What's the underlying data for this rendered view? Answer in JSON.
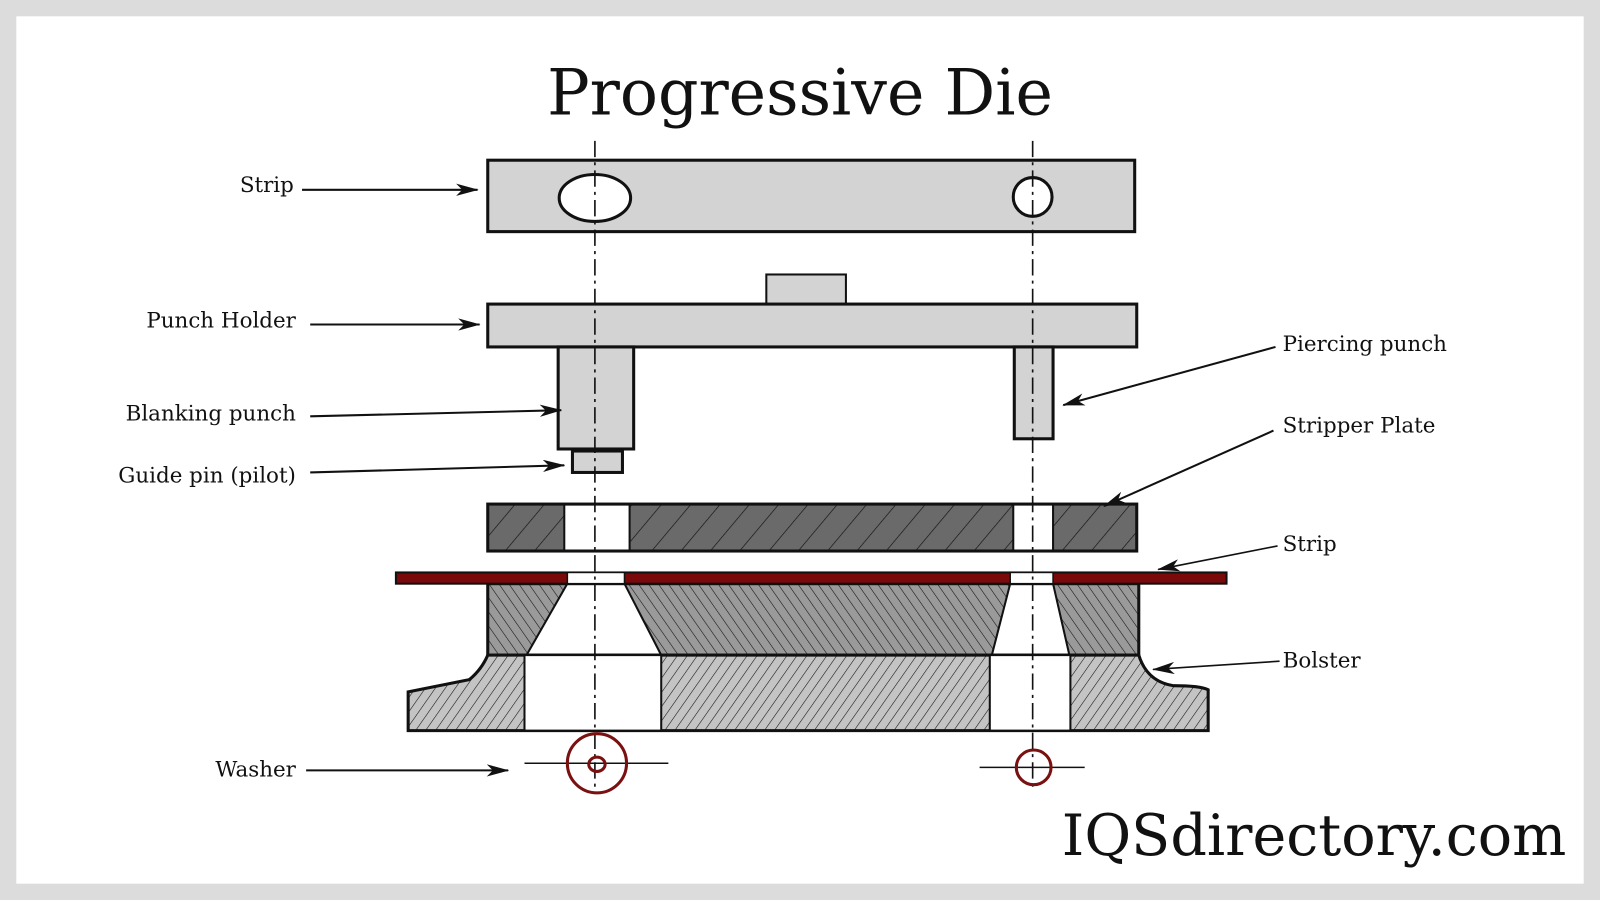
{
  "title": "Progressive Die",
  "labels_left": {
    "strip": "Strip",
    "punch_holder": "Punch Holder",
    "blanking_punch": "Blanking punch",
    "guide_pin": "Guide pin (pilot)",
    "washer": "Washer"
  },
  "labels_right": {
    "piercing_punch": "Piercing punch",
    "stripper_plate": "Stripper Plate",
    "strip": "Strip",
    "bolster": "Bolster"
  },
  "watermark": "IQSdirectory.com",
  "colors": {
    "frame": "#dcdcdc",
    "plate_light": "#d3d3d3",
    "stripper": "#6a6a6a",
    "die": "#9a9a9a",
    "bolster": "#c4c4c4",
    "strip_material": "#7a0a0a",
    "washer": "#7a1010"
  }
}
